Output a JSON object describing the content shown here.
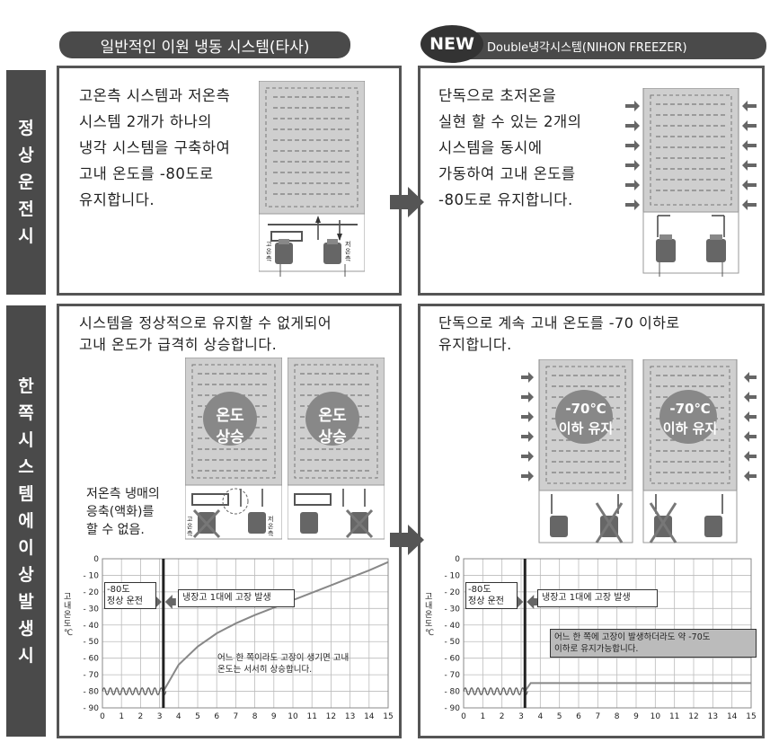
{
  "headers": {
    "left": "일반적인 이원 냉동 시스템(타사)",
    "right_badge": "NEW",
    "right": "Double냉각시스템(NIHON FREEZER)"
  },
  "side_labels": {
    "top": [
      "정",
      "상",
      "운",
      "전",
      "시"
    ],
    "bottom": [
      "한",
      "쪽",
      "시",
      "스",
      "템",
      "에",
      "이",
      "상",
      "발",
      "생",
      "시"
    ]
  },
  "panels": {
    "top_left": {
      "text": "고온측 시스템과 저온측\n시스템 2개가 하나의\n냉각 시스템을 구축하여\n고내 온도를 -80도로\n유지합니다.",
      "high_side": "고온측",
      "low_side": "저온측"
    },
    "top_right": {
      "text": "단독으로 초저온을\n실현 할 수 있는 2개의\n시스템을 동시에\n가동하여 고내 온도를\n-80도로 유지합니다."
    },
    "bottom_left": {
      "text": "시스템을 정상적으로 유지할 수 없게되어\n고내 온도가 급격히 상승합니다.",
      "bubble_1": "온도\n상승",
      "bubble_2": "온도\n상승",
      "note": "저온측 냉매의\n응축(액화)를\n할 수 없음.",
      "unit_label_1": "고온측",
      "unit_label_2": "저온측"
    },
    "bottom_right": {
      "text": "단독으로 계속 고내 온도를 -70  이하로\n유지합니다.",
      "bubble_1": "-70℃\n이하 유지",
      "bubble_2": "-70℃\n이하 유지"
    }
  },
  "chart_left": {
    "normal_label": "-80도\n정상 운전",
    "failure_label": "냉장고 1대에 고장 발생",
    "annotation": "어느 한 쪽이라도 고장이 생기면 고내\n온도는 서서히 상승합니다.",
    "ylabel": "고내온도 ℃"
  },
  "chart_right": {
    "normal_label": "-80도\n정상 운전",
    "failure_label": "냉장고 1대에 고장 발생",
    "annotation": "어느 한 쪽에 고장이 발생하더라도 약 -70도\n이하로 유지가능합니다.",
    "ylabel": "고내온도 ℃"
  },
  "chart_data": [
    {
      "type": "line",
      "ylabel": "고내온도 ℃",
      "xlim": [
        0,
        15
      ],
      "ylim": [
        -90,
        0
      ],
      "xticks": [
        0,
        1,
        2,
        3,
        4,
        5,
        6,
        7,
        8,
        9,
        10,
        11,
        12,
        13,
        14,
        15
      ],
      "yticks": [
        0,
        -10,
        -20,
        -30,
        -40,
        -50,
        -60,
        -70,
        -80,
        -90
      ],
      "series": [
        {
          "x": [
            0,
            3.2,
            4,
            5,
            6,
            7,
            8,
            9,
            10,
            11,
            12,
            13,
            14,
            15
          ],
          "y": [
            -80,
            -80,
            -64,
            -53,
            -45,
            -39,
            -34,
            -29.5,
            -25,
            -20.5,
            -16,
            -11.5,
            -7,
            -2
          ]
        }
      ],
      "failure_x": 3.2
    },
    {
      "type": "line",
      "ylabel": "고내온도 ℃",
      "xlim": [
        0,
        15
      ],
      "ylim": [
        -90,
        0
      ],
      "xticks": [
        0,
        1,
        2,
        3,
        4,
        5,
        6,
        7,
        8,
        9,
        10,
        11,
        12,
        13,
        14,
        15
      ],
      "yticks": [
        0,
        -10,
        -20,
        -30,
        -40,
        -50,
        -60,
        -70,
        -80,
        -90
      ],
      "series": [
        {
          "x": [
            0,
            3.2,
            3.5,
            15
          ],
          "y": [
            -80,
            -80,
            -75,
            -75
          ]
        }
      ],
      "failure_x": 3.2
    }
  ]
}
